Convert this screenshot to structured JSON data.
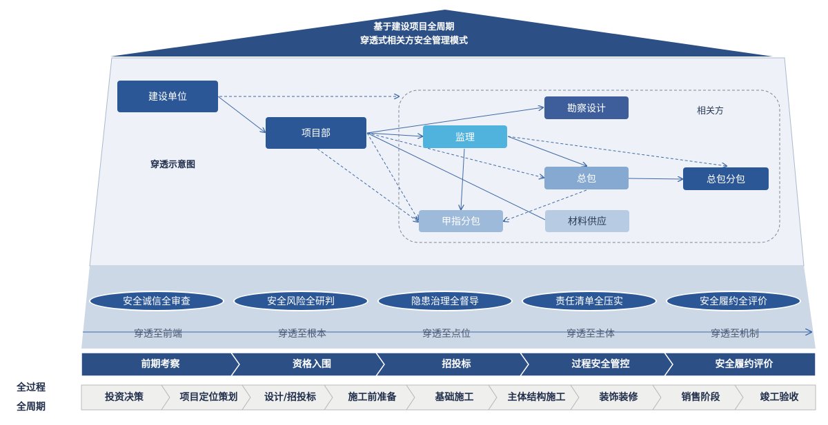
{
  "title": {
    "line1": "基于建设项目全周期",
    "line2": "穿透式相关方安全管理模式"
  },
  "diagram": {
    "caption": "穿透示意图",
    "group_label": "相关方",
    "nodes": {
      "owner": "建设单位",
      "project_dept": "项目部",
      "survey_design": "勘察设计",
      "supervision": "监理",
      "general_contractor": "总包",
      "gc_subcontract": "总包分包",
      "owner_subcontract": "甲指分包",
      "material_supply": "材料供应"
    }
  },
  "pillars": [
    {
      "name": "安全诚信全审查",
      "penetration": "穿透至前端"
    },
    {
      "name": "安全风险全研判",
      "penetration": "穿透至根本"
    },
    {
      "name": "隐患治理全督导",
      "penetration": "穿透至点位"
    },
    {
      "name": "责任清单全压实",
      "penetration": "穿透至主体"
    },
    {
      "name": "安全履约全评价",
      "penetration": "穿透至机制"
    }
  ],
  "phases": [
    "前期考察",
    "资格入围",
    "招投标",
    "过程安全管控",
    "安全履约评价"
  ],
  "lifecycle_label": {
    "line1": "全过程",
    "line2": "全周期"
  },
  "stages": [
    "投资决策",
    "项目定位策划",
    "设计/招投标",
    "施工前准备",
    "基础施工",
    "主体结构施工",
    "装饰装修",
    "销售阶段",
    "竣工验收"
  ],
  "colors": {
    "dark_blue": "#2c5797",
    "light_blue": "#4fb3de",
    "panel": "#eef2f8",
    "band": "#cdd8e6"
  }
}
